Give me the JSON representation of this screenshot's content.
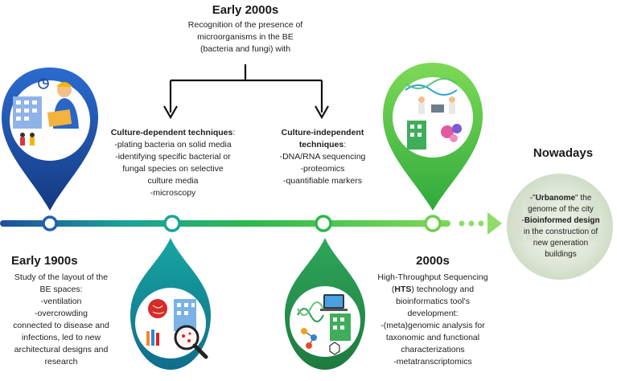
{
  "early2000s": {
    "title": "Early 2000s",
    "intro": [
      "Recognition of the presence of",
      "microorganisms in the BE",
      "(bacteria and fungi) with"
    ]
  },
  "culture_dependent": {
    "heading": "Culture-dependent techniques",
    "heading_suffix": ":",
    "lines": [
      "-plating bacteria on solid media",
      "-identifying specific bacterial or",
      "fungal species on selective",
      "culture media",
      "-microscopy"
    ]
  },
  "culture_independent": {
    "heading_line1": "Culture-independent",
    "heading_line2": "techniques",
    "heading_suffix": ":",
    "lines": [
      "-DNA/RNA sequencing",
      "-proteomics",
      "-quantifiable markers"
    ]
  },
  "early1900s": {
    "title": "Early 1900s",
    "lines": [
      "Study of the layout of the",
      "BE spaces:",
      "-ventilation",
      "-overcrowding",
      "connected to disease and",
      "infections, led to new",
      "architectural designs and",
      "research"
    ]
  },
  "y2000s": {
    "title": "2000s",
    "line1": "High-Throughput Sequencing",
    "line2_pre": "(",
    "line2_bold": "HTS",
    "line2_post": ") technology and",
    "lines": [
      "bioinformatics tool's",
      "development:",
      "-(meta)genomic analysis for",
      "taxonomic and functional",
      "characterizations",
      "-metatranscriptomics"
    ]
  },
  "nowadays": {
    "title": "Nowadays",
    "l1_pre": "-\"",
    "l1_bold": "Urbanome",
    "l1_post": "\" the",
    "l2": "genome of the city",
    "l3_pre": "-",
    "l3_bold": "Bioinformed design",
    "l4": "in the construction of",
    "l5": "new generation",
    "l6": "buildings"
  },
  "colors": {
    "dark_blue": "#1f4e9c",
    "teal": "#1aa39a",
    "green": "#2db84b",
    "light_green": "#7ed957"
  }
}
